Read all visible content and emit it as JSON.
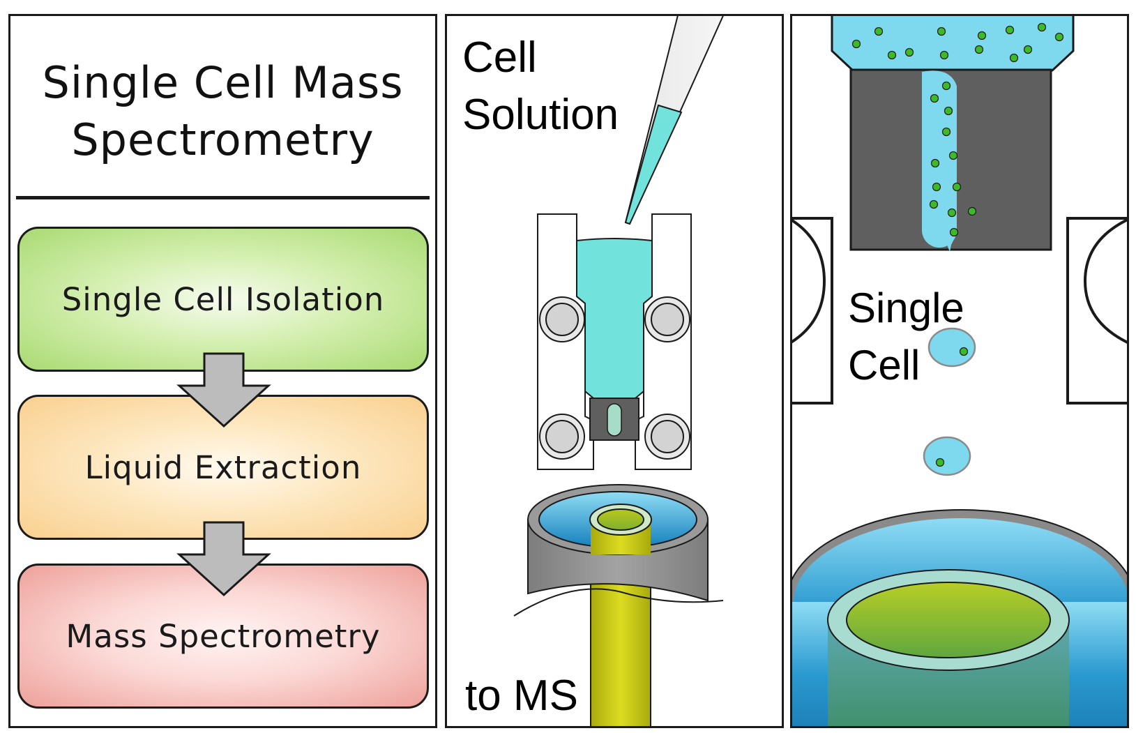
{
  "panel1": {
    "title_line1": "Single Cell Mass",
    "title_line2": "Spectrometry",
    "steps": [
      {
        "label": "Single Cell Isolation"
      },
      {
        "label": "Liquid Extraction"
      },
      {
        "label": "Mass Spectrometry"
      }
    ]
  },
  "panel2": {
    "label_line1": "Cell",
    "label_line2": "Solution",
    "outlet_label": "to MS"
  },
  "panel3": {
    "label_line1": "Single",
    "label_line2": "Cell"
  },
  "colors": {
    "cell_solution": "#72e2dc",
    "droplet": "#7fd9ee",
    "cell": "#3db92a",
    "capillary": "#c9cc18",
    "body_gray": "#5f5f5f",
    "green_box": "#a9da72",
    "orange_box": "#f9d08f",
    "red_box": "#eea09a",
    "arrow": "#bcbcbc"
  }
}
